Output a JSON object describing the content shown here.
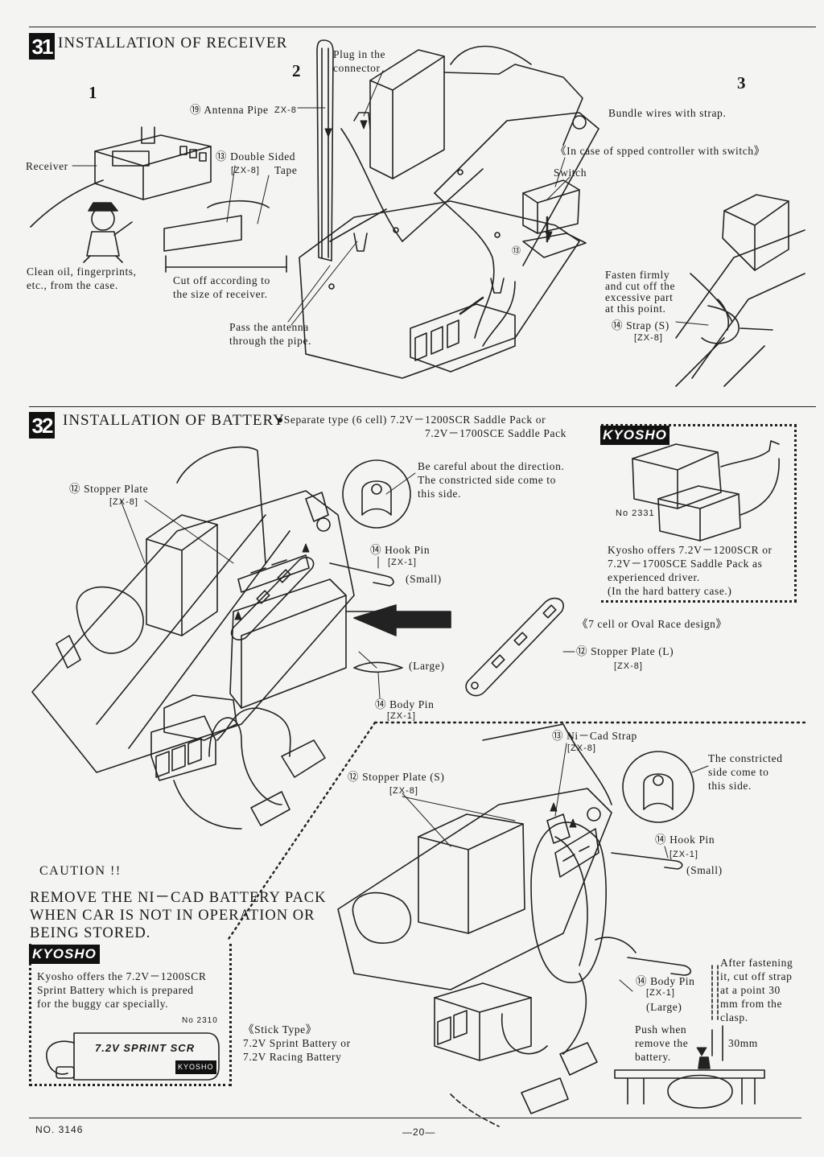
{
  "section31": {
    "number": "31",
    "title": "INSTALLATION OF RECEIVER",
    "steps": [
      "1",
      "2",
      "3"
    ],
    "labels": {
      "receiver": "Receiver",
      "double_sided_tape_1": "⑬ Double Sided",
      "double_sided_tape_code": "[ZX-8]",
      "double_sided_tape_2": "Tape",
      "antenna_pipe": "⑲ Antenna Pipe",
      "antenna_pipe_code": "ZX-8",
      "plug_connector_1": "Plug in the",
      "plug_connector_2": "connector",
      "clean_1": "Clean oil, fingerprints,",
      "clean_2": "etc., from the case.",
      "cut_1": "Cut off according to",
      "cut_2": "the size of receiver.",
      "pass_1": "Pass the antenna",
      "pass_2": "through the pipe.",
      "bundle": "Bundle wires with strap.",
      "speed_controller": "《In case of spped controller with switch》",
      "switch": "Switch",
      "fasten_1": "Fasten firmly",
      "fasten_2": "and cut off the",
      "fasten_3": "excessive part",
      "fasten_4": "at this point.",
      "strap_s": "⑭ Strap (S)",
      "strap_s_code": "[ZX-8]",
      "part_132": "⑬"
    }
  },
  "section32": {
    "number": "32",
    "title": "INSTALLATION OF BATTERY",
    "subtitle_1": "●Separate type (6 cell)  7.2V－1200SCR Saddle Pack or",
    "subtitle_2": "7.2V－1700SCE Saddle Pack",
    "labels": {
      "stopper_plate": "⑫ Stopper Plate",
      "stopper_plate_code": "[ZX-8]",
      "careful_1": "Be careful about the direction.",
      "careful_2": "The constricted side come to",
      "careful_3": "this side.",
      "hook_pin": "⑭ Hook Pin",
      "hook_pin_code": "[ZX-1]",
      "small": "(Small)",
      "large": "(Large)",
      "body_pin": "⑭ Body Pin",
      "body_pin_code": "[ZX-1]",
      "seven_cell": "《7 cell or Oval Race design》",
      "stopper_plate_l": "⑫ Stopper Plate (L)",
      "stopper_plate_l_code": "[ZX-8]",
      "nicad_strap": "⑬ Ni－Cad Strap",
      "nicad_strap_code": "[ZX-8]",
      "stopper_plate_s": "⑫ Stopper Plate (S)",
      "stopper_plate_s_code": "[ZX-8]",
      "constricted_1": "The constricted",
      "constricted_2": "side come to",
      "constricted_3": "this side.",
      "hook_pin_2": "⑭ Hook Pin",
      "hook_pin_2_code": "[ZX-1]",
      "small_2": "(Small)",
      "body_pin_2": "⑭ Body Pin",
      "body_pin_2_code": "[ZX-1]",
      "large_2": "(Large)",
      "after_1": "After fastening",
      "after_2": "it, cut off strap",
      "after_3": "at a point 30",
      "after_4": "mm from the",
      "after_5": "clasp.",
      "push_1": "Push when",
      "push_2": "remove the",
      "push_3": "battery.",
      "dimension": "30mm",
      "stick_1": "《Stick Type》",
      "stick_2": "7.2V Sprint Battery or",
      "stick_3": "7.2V Racing Battery"
    },
    "promo_saddle": {
      "logo": "KYOSHO",
      "item_no": "No 2331",
      "text_1": "Kyosho offers 7.2V－1200SCR or",
      "text_2": "7.2V－1700SCE Saddle Pack as",
      "text_3": "experienced driver.",
      "text_4": "(In the hard battery case.)"
    },
    "caution": {
      "heading": "CAUTION !!",
      "line_1": "REMOVE THE NI－CAD BATTERY PACK",
      "line_2": "WHEN CAR IS NOT IN OPERATION OR",
      "line_3": "BEING STORED."
    },
    "promo_sprint": {
      "logo": "KYOSHO",
      "text_1": "Kyosho offers the 7.2V－1200SCR",
      "text_2": "Sprint Battery which is prepared",
      "text_3": "for the buggy car specially.",
      "item_no": "No 2310",
      "battery_label": "7.2V SPRINT SCR",
      "battery_brand": "KYOSHO"
    }
  },
  "footer": {
    "doc_no": "NO. 3146",
    "page": "—20—"
  }
}
